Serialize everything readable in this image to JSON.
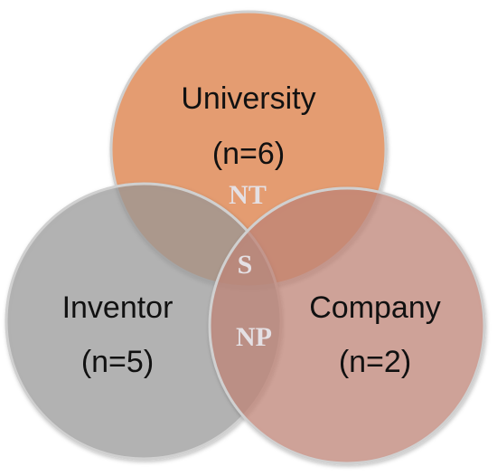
{
  "sets": {
    "university": {
      "name": "University",
      "count": "(n=6)",
      "color": "#e48b55"
    },
    "inventor": {
      "name": "Inventor",
      "count": "(n=5)",
      "color": "#9b9b9b"
    },
    "company": {
      "name": "Company",
      "count": "(n=2)",
      "color": "#c4887b"
    }
  },
  "regions": {
    "university_inventor": "NT",
    "all_three": "S",
    "inventor_company": "NP"
  },
  "outline_color": "#d0d0d0"
}
